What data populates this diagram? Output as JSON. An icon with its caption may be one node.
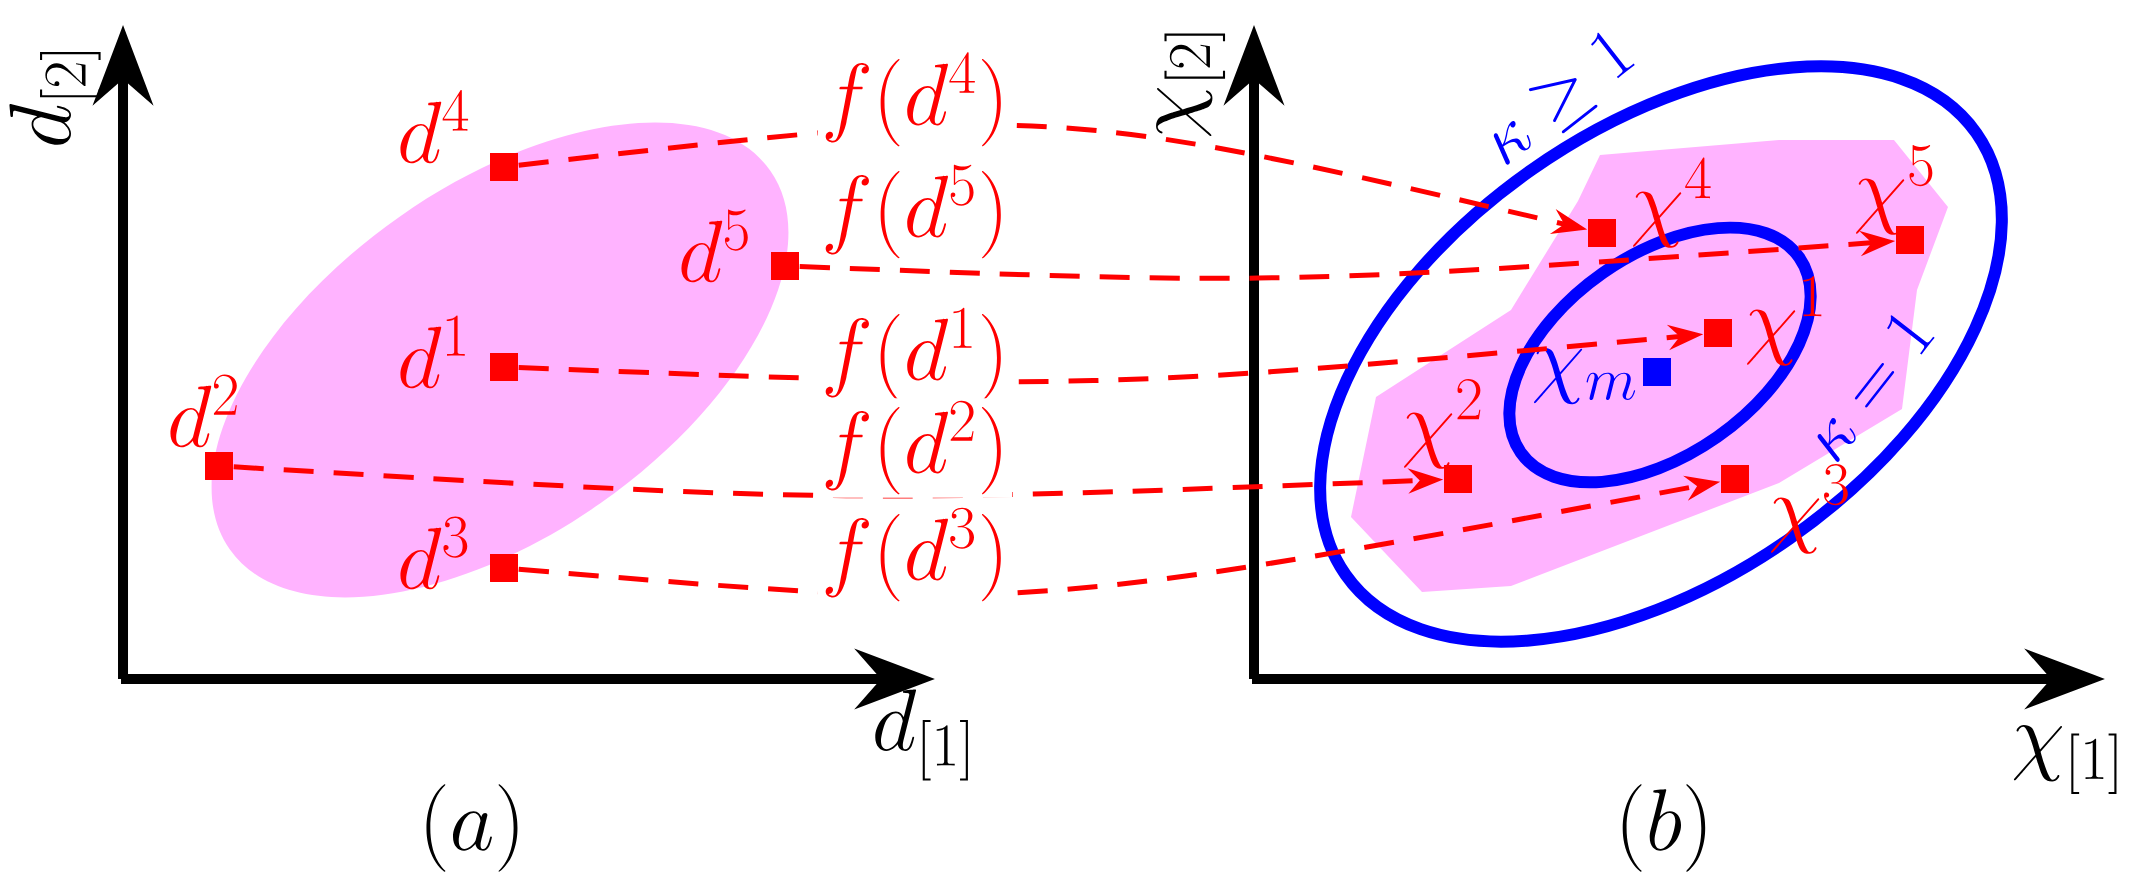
{
  "diagram": {
    "nodes": [
      {
        "text": [],
        "shape": "box",
        "beside": [
          "d^{4}"
        ]
      },
      {
        "text": [],
        "shape": "box",
        "beside": [
          "d^{5}"
        ]
      },
      {
        "text": [],
        "shape": "box",
        "beside": [
          "d^{1}"
        ]
      },
      {
        "text": [],
        "shape": "box",
        "beside": [
          "d^{2}"
        ]
      },
      {
        "text": [],
        "shape": "box",
        "beside": [
          "d^{3}"
        ]
      },
      {
        "text": [],
        "shape": "box",
        "beside": [
          "\\chi^{4}"
        ]
      },
      {
        "text": [],
        "shape": "box",
        "beside": [
          "\\chi^{5}"
        ]
      },
      {
        "text": [],
        "shape": "box",
        "beside": [
          "\\chi^{1}"
        ]
      },
      {
        "text": [],
        "shape": "box",
        "beside": [
          "\\chi_{m}"
        ]
      },
      {
        "text": [],
        "shape": "box",
        "beside": [
          "\\chi^{2}"
        ]
      },
      {
        "text": [],
        "shape": "box",
        "beside": [
          "\\chi^{3}"
        ]
      }
    ],
    "edges": [
      {
        "from": 0,
        "to": 5,
        "arrow": "to",
        "label": "f(d^{4})",
        "style": "dashed"
      },
      {
        "from": 1,
        "to": 6,
        "arrow": "to",
        "label": "f(d^{5})",
        "style": "dashed"
      },
      {
        "from": 2,
        "to": 7,
        "arrow": "to",
        "label": "f(d^{1})",
        "style": "dashed"
      },
      {
        "from": 3,
        "to": 9,
        "arrow": "to",
        "label": "f(d^{2})",
        "style": "dashed"
      },
      {
        "from": 4,
        "to": 10,
        "arrow": "to",
        "label": "f(d^{3})",
        "style": "dashed"
      }
    ],
    "labels": [
      "d_{[2]}",
      "\\kappa \\geq 1",
      "\\chi_{[2]}",
      "\\kappa = 1",
      "d_{[1]}",
      "\\chi_{[1]}",
      "(a)",
      "(b)"
    ]
  }
}
